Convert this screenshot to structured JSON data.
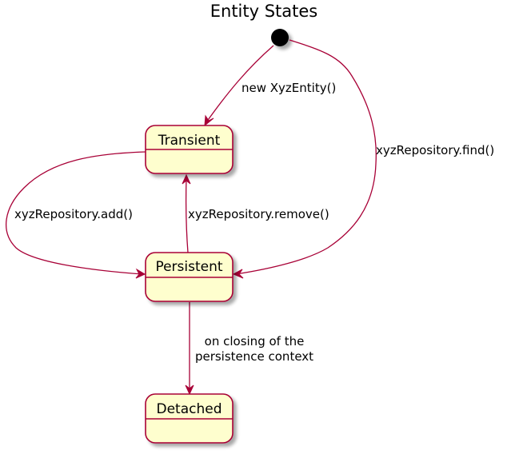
{
  "title": "Entity States",
  "colors": {
    "state_fill": "#FEFECE",
    "border": "#A80036",
    "arrow": "#A80036",
    "initial_node": "#000000",
    "text": "#000000"
  },
  "states": {
    "transient": "Transient",
    "persistent": "Persistent",
    "detached": "Detached"
  },
  "transitions": {
    "create": {
      "from": "initial",
      "to": "Transient",
      "label": "new XyzEntity()"
    },
    "find": {
      "from": "initial",
      "to": "Persistent",
      "label": "xyzRepository.find()"
    },
    "add": {
      "from": "Transient",
      "to": "Persistent",
      "label": "xyzRepository.add()"
    },
    "remove": {
      "from": "Persistent",
      "to": "Transient",
      "label": "xyzRepository.remove()"
    },
    "close": {
      "from": "Persistent",
      "to": "Detached",
      "label_line1": "on closing of the",
      "label_line2": "persistence context"
    }
  }
}
